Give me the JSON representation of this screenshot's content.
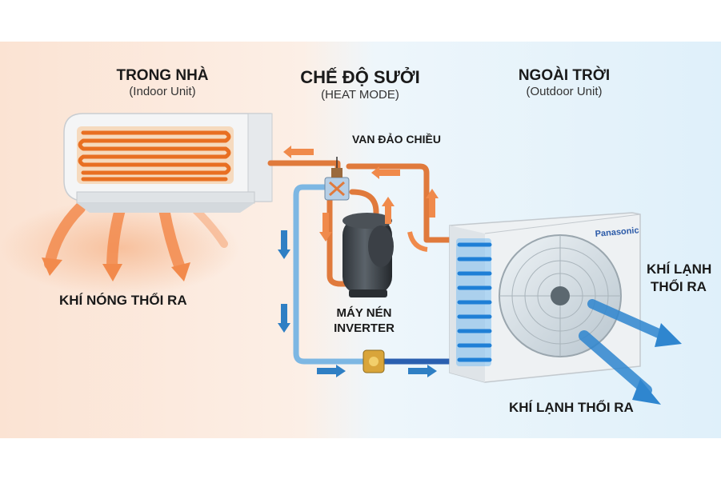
{
  "header": {
    "indoor_title": "TRONG NHÀ",
    "indoor_sub": "(Indoor Unit)",
    "mode_title": "CHẾ ĐỘ SƯỞI",
    "mode_sub": "(HEAT MODE)",
    "outdoor_title": "NGOÀI TRỜI",
    "outdoor_sub": "(Outdoor Unit)"
  },
  "labels": {
    "reversing_valve": "VAN ĐẢO CHIỀU",
    "compressor_line1": "MÁY NÉN",
    "compressor_line2": "INVERTER",
    "hot_air_out": "KHÍ NÓNG THỔI RA",
    "cold_air_right_line1": "KHÍ LẠNH",
    "cold_air_right_line2": "THỔI RA",
    "cold_air_bottom": "KHÍ LẠNH THỔI RA",
    "brand": "Panasonic"
  },
  "colors": {
    "indoor_bg": "#fbe6d8",
    "outdoor_bg": "#e3f1fa",
    "hot_pipe": "#e07a3c",
    "cold_pipe": "#2f7fc4",
    "hot_arrow": "#f08a4b",
    "cold_arrow": "#2f86cf"
  }
}
